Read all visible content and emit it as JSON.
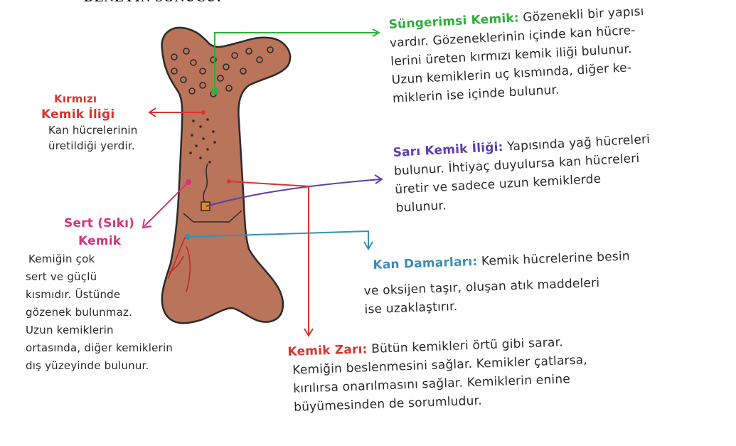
{
  "header": {
    "text": "DENEYİN SONUCU:"
  },
  "colors": {
    "bone_fill": "#b9745a",
    "bone_outline": "#2b2b2b",
    "green": "#2fae3a",
    "red": "#d8352e",
    "pink": "#d8337a",
    "purple": "#5a3fb0",
    "blue": "#3a8fb0",
    "orange": "#e8861f"
  },
  "labels": {
    "sungerimsi": {
      "title": "Süngerimsi Kemik:",
      "lines": [
        "Gözenekli bir yapısı",
        "vardır. Gözeneklerinin içinde kan hücre-",
        "lerini üreten kırmızı kemik iliği bulunur.",
        "Uzun kemiklerin uç kısmında, diğer ke-",
        "miklerin ise içinde bulunur."
      ]
    },
    "kirmizi": {
      "title_1": "Kırmızı",
      "title_2": "Kemik İliği",
      "lines": [
        "Kan hücrelerinin",
        "üretildiği yerdir."
      ]
    },
    "sari": {
      "title": "Sarı Kemik İliği:",
      "lines": [
        "Yapısında yağ hücreleri",
        "bulunur. İhtiyaç duyulursa kan hücreleri",
        "üretir ve sadece uzun kemiklerde",
        "bulunur."
      ]
    },
    "sert": {
      "title_1": "Sert (Sıkı)",
      "title_2": "Kemik",
      "lines": [
        "Kemiğin çok",
        "sert ve güçlü",
        "kısmıdır. Üstünde",
        "gözenek bulunmaz.",
        "Uzun kemiklerin",
        "ortasında, diğer kemiklerin",
        "dış yüzeyinde bulunur."
      ]
    },
    "kan": {
      "title": "Kan Damarları:",
      "lines": [
        "Kemik hücrelerine besin",
        "ve oksijen taşır, oluşan atık maddeleri",
        "ise uzaklaştırır."
      ]
    },
    "zar": {
      "title": "Kemik Zarı:",
      "lines": [
        "Bütün kemikleri örtü gibi sarar.",
        "Kemiğin beslenmesini sağlar. Kemikler çatlarsa,",
        "kırılırsa onarılmasını sağlar. Kemiklerin enine",
        "büyümesinden de sorumludur."
      ]
    }
  }
}
